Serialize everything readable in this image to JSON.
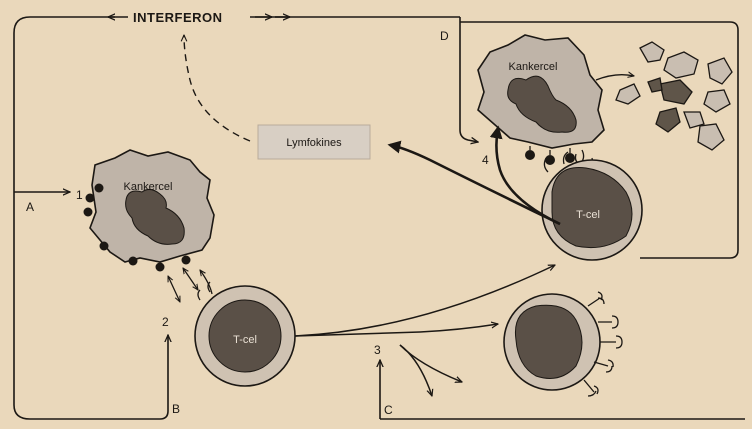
{
  "labels": {
    "interferon": "INTERFERON",
    "lymfokines": "Lymfokines",
    "kankercel_left": "Kankercel",
    "kankercel_right": "Kankercel",
    "tcel_center": "T-cel",
    "tcel_right": "T-cel",
    "marker_a": "A",
    "marker_b": "B",
    "marker_c": "C",
    "marker_d": "D",
    "step_1": "1",
    "step_2": "2",
    "step_3": "3",
    "step_4": "4"
  },
  "colors": {
    "background": "#ead8bb",
    "line": "#1c1814",
    "cell_body": "#bfb4a8",
    "cell_nucleus": "#5a5047",
    "tcell_body": "#cfc2b2",
    "lymfokines_box": "#d8cfc4",
    "fragment_light": "#c9beb1",
    "fragment_dark": "#5f5549"
  }
}
